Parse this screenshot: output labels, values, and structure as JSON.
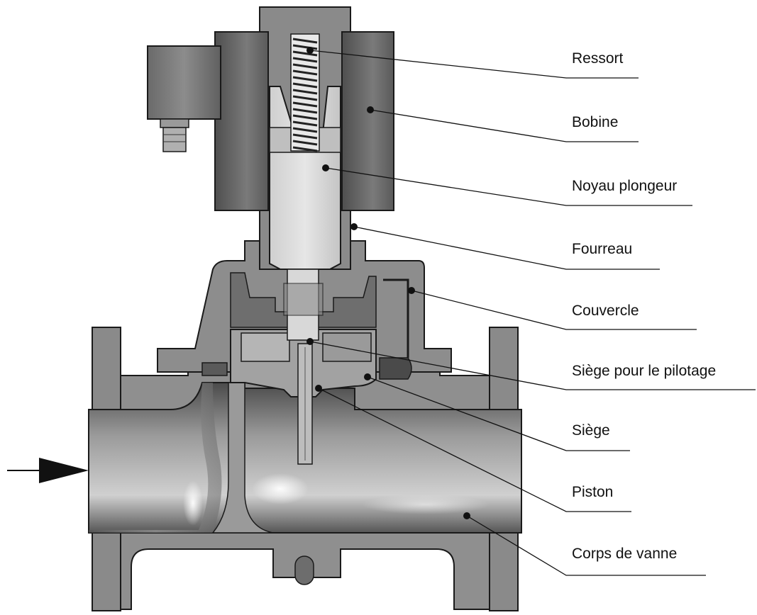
{
  "labels": [
    {
      "id": "ressort",
      "text": "Ressort"
    },
    {
      "id": "bobine",
      "text": "Bobine"
    },
    {
      "id": "noyau",
      "text": "Noyau plongeur"
    },
    {
      "id": "fourreau",
      "text": "Fourreau"
    },
    {
      "id": "couvercle",
      "text": "Couvercle"
    },
    {
      "id": "siege-pilotage",
      "text": "Siège pour le pilotage"
    },
    {
      "id": "siege",
      "text": "Siège"
    },
    {
      "id": "piston",
      "text": "Piston"
    },
    {
      "id": "corps",
      "text": "Corps de vanne"
    }
  ]
}
